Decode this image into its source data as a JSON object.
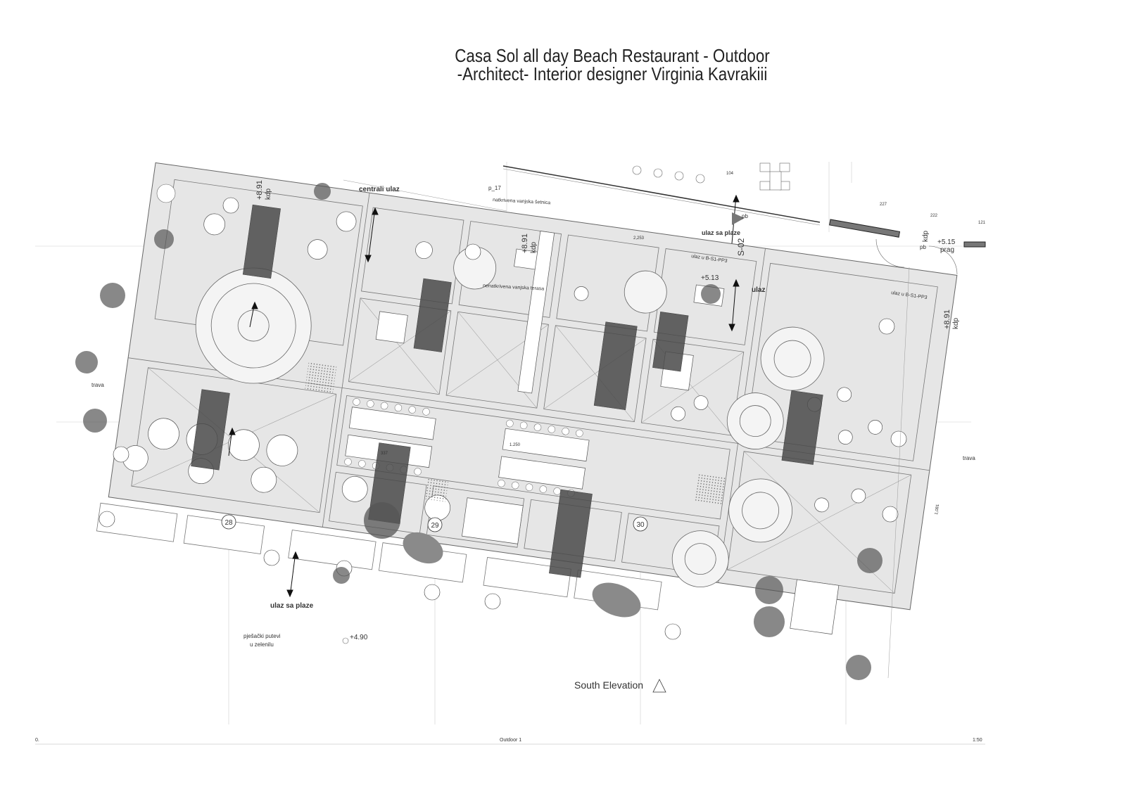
{
  "title": {
    "line1": "Casa Sol all day  Beach Restaurant - Outdoor",
    "line2": "-Architect- Interior designer Virginia Kavrakiii"
  },
  "labels": {
    "central_entrance": "centrali ulaz",
    "beach_entrance_bottom": "ulaz sa plaze",
    "beach_entrance_top": "ulaz sa plaze",
    "entrance": "ulaz",
    "grass_left": "trava",
    "grass_right": "trava",
    "footpaths_line1": "pješački putevi",
    "footpaths_line2": "u zelenilu",
    "covered_walkway": "natkrivena vanjska šetnica",
    "uncovered_terrace": "nenatkrivena vanjska terasa",
    "p17": "p_17",
    "entry_ref1": "ulaz u B-S1-PP3",
    "entry_ref2": "ulaz u B-S1-PP3",
    "pb1": "pb",
    "pb2": "pb",
    "prag": "prag",
    "section_mark": "S-02",
    "south_elevation": "South Elevation"
  },
  "levels": {
    "kdp1": "+8.91",
    "kdp2": "+8.91",
    "kdp3": "+8.91",
    "kdp_unit": "kdp",
    "lvl_513": "+5.13",
    "lvl_515": "+5.15",
    "lvl_490": "+4.90"
  },
  "grid_markers": [
    "28",
    "29",
    "30"
  ],
  "dimensions": {
    "d104": "104",
    "d2253": "2,253",
    "d337": "337",
    "d1250": "1.250",
    "d227": "227",
    "d222": "222",
    "d121": "121",
    "d1081": "1,081"
  },
  "footer": {
    "left": "0.",
    "center": "Outdoor 1",
    "right": "1:50"
  },
  "colors": {
    "paving": "#e8e8e8",
    "line": "#555555",
    "plant": "#3a3a3a",
    "pond": "#8a8a8a"
  }
}
